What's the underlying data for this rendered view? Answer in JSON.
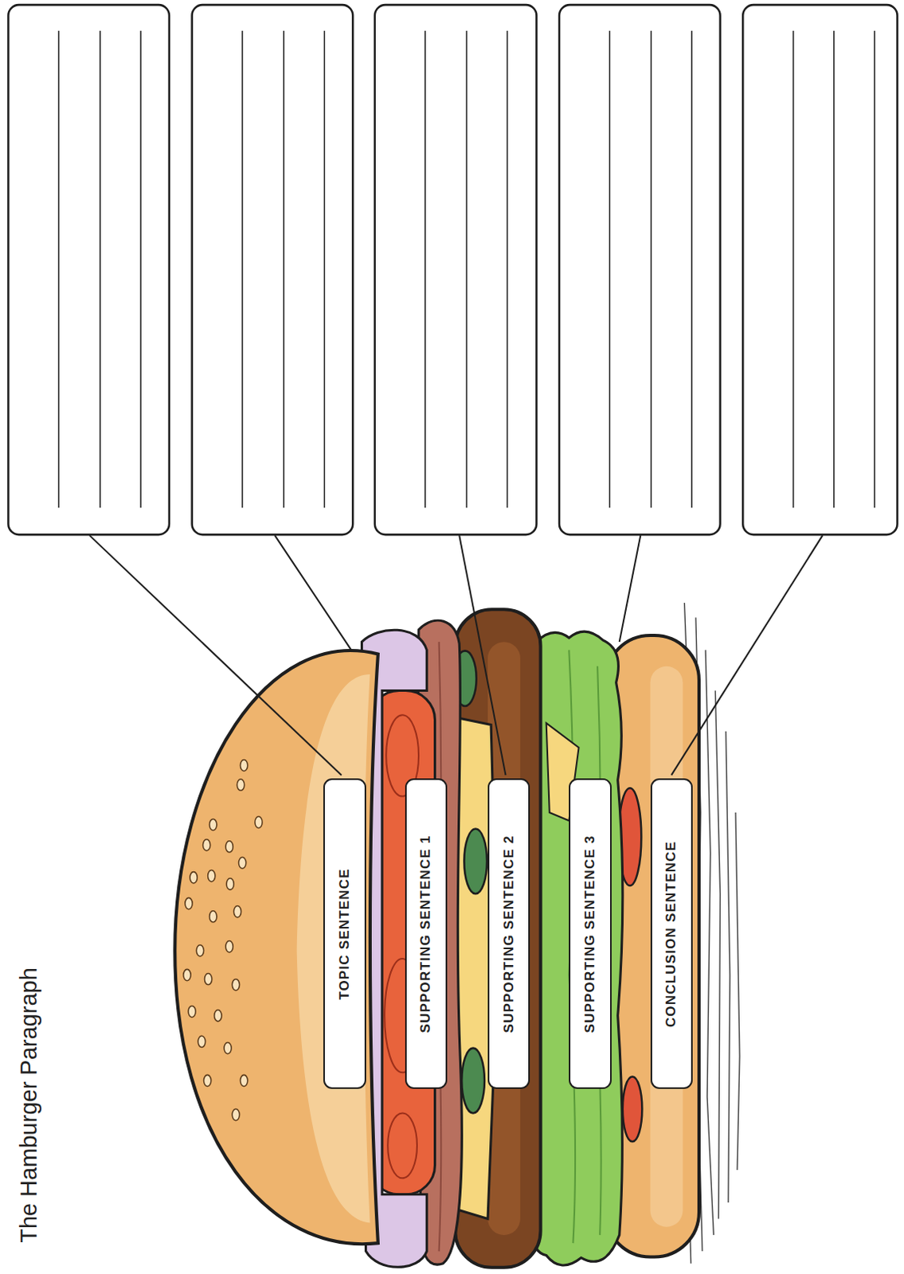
{
  "diagram": {
    "title": "The Hamburger Paragraph",
    "nodes": [
      {
        "text": [
          "TOPIC SENTENCE"
        ]
      },
      {
        "text": [
          "SUPPORTING SENTENCE 1"
        ]
      },
      {
        "text": [
          "SUPPORTING SENTENCE 2"
        ]
      },
      {
        "text": [
          "SUPPORTING SENTENCE 3"
        ]
      },
      {
        "text": [
          "CONCLUSION SENTENCE"
        ]
      }
    ]
  }
}
